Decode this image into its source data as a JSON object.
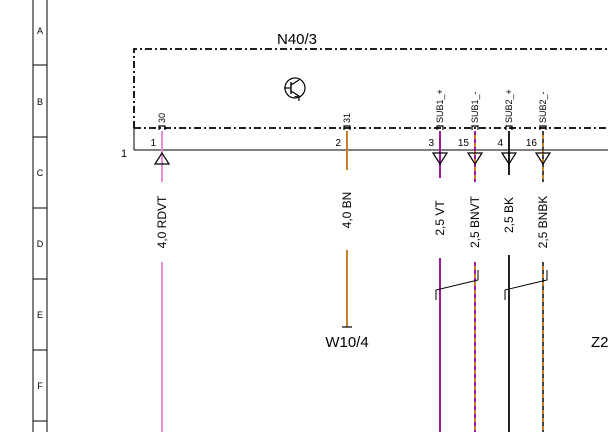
{
  "rows": [
    "A",
    "B",
    "C",
    "D",
    "E",
    "F"
  ],
  "module": {
    "name": "N40/3",
    "icon": "transistor-icon",
    "connector_number": "1"
  },
  "pins": [
    {
      "id": "p30",
      "pin_label": "30",
      "terminal": "1",
      "wire": "4,0 RDVT",
      "color_main": "#e58fd8",
      "color_stripe": null,
      "marker": "up-triangle"
    },
    {
      "id": "p31",
      "pin_label": "31",
      "terminal": "2",
      "wire": "4,0 BN",
      "color_main": "#c7802a",
      "color_stripe": null,
      "marker": "none"
    },
    {
      "id": "p3",
      "pin_label": "SUB1_+",
      "terminal": "3",
      "wire": "2,5 VT",
      "color_main": "#a0199c",
      "color_stripe": null,
      "marker": "down-triangle"
    },
    {
      "id": "p15",
      "pin_label": "SUB1_-",
      "terminal": "15",
      "wire": "2,5 BNVT",
      "color_main": "#c7802a",
      "color_stripe": "#a0199c",
      "marker": "down-triangle"
    },
    {
      "id": "p4",
      "pin_label": "SUB2_+",
      "terminal": "4",
      "wire": "2,5 BK",
      "color_main": "#222222",
      "color_stripe": null,
      "marker": "down-triangle"
    },
    {
      "id": "p16",
      "pin_label": "SUB2_-",
      "terminal": "16",
      "wire": "2,5 BNBK",
      "color_main": "#c7802a",
      "color_stripe": "#444444",
      "marker": "down-triangle"
    }
  ],
  "ground": {
    "label": "W10/4"
  },
  "edge_label": "Z2"
}
